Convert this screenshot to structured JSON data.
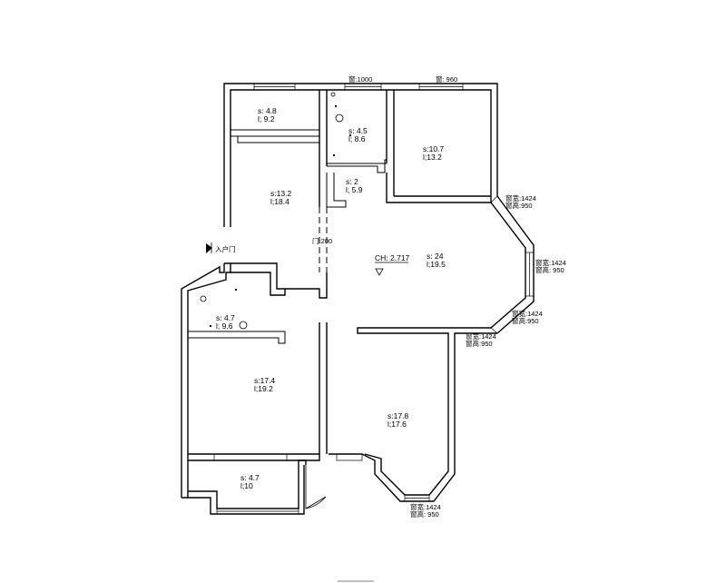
{
  "rooms": [
    {
      "id": "room-nw",
      "s": "s: 4.8",
      "l": "l; 9.2"
    },
    {
      "id": "room-bath-top",
      "s": "s: 4.5",
      "l": "l; 8.6"
    },
    {
      "id": "room-ne",
      "s": "s:10.7",
      "l": "l;13.2"
    },
    {
      "id": "room-hall",
      "s": "s: 2",
      "l": "l; 5.9"
    },
    {
      "id": "room-west",
      "s": "s:13.2",
      "l": "l;18.4"
    },
    {
      "id": "room-living",
      "s": "s: 24",
      "l": "l;19.5"
    },
    {
      "id": "room-bath-mid",
      "s": "s: 4.7",
      "l": "l; 9.6"
    },
    {
      "id": "room-sw",
      "s": "s:17.4",
      "l": "l;19.2"
    },
    {
      "id": "room-se",
      "s": "s:17.8",
      "l": "l;17.6"
    },
    {
      "id": "room-balcony",
      "s": "s: 4.7",
      "l": "l;10"
    }
  ],
  "ceiling_height": "CH: 2.717",
  "entrance": "入户门",
  "windows": [
    {
      "id": "top-a",
      "lines": [
        "窗:1000"
      ]
    },
    {
      "id": "top-b",
      "lines": [
        "窗: 960"
      ]
    },
    {
      "id": "bay-1",
      "lines": [
        "窗宽:1424",
        "窗高:950"
      ]
    },
    {
      "id": "bay-2",
      "lines": [
        "窗宽:1424",
        "窗高: 950"
      ]
    },
    {
      "id": "bay-3",
      "lines": [
        "窗宽:1424",
        "窗高:950"
      ]
    },
    {
      "id": "bay-4",
      "lines": [
        "窗宽:1424",
        "窗高:950"
      ]
    },
    {
      "id": "bottom",
      "lines": [
        "窗宽:1424",
        "窗高: 950"
      ]
    }
  ],
  "door_opening": "门:200"
}
